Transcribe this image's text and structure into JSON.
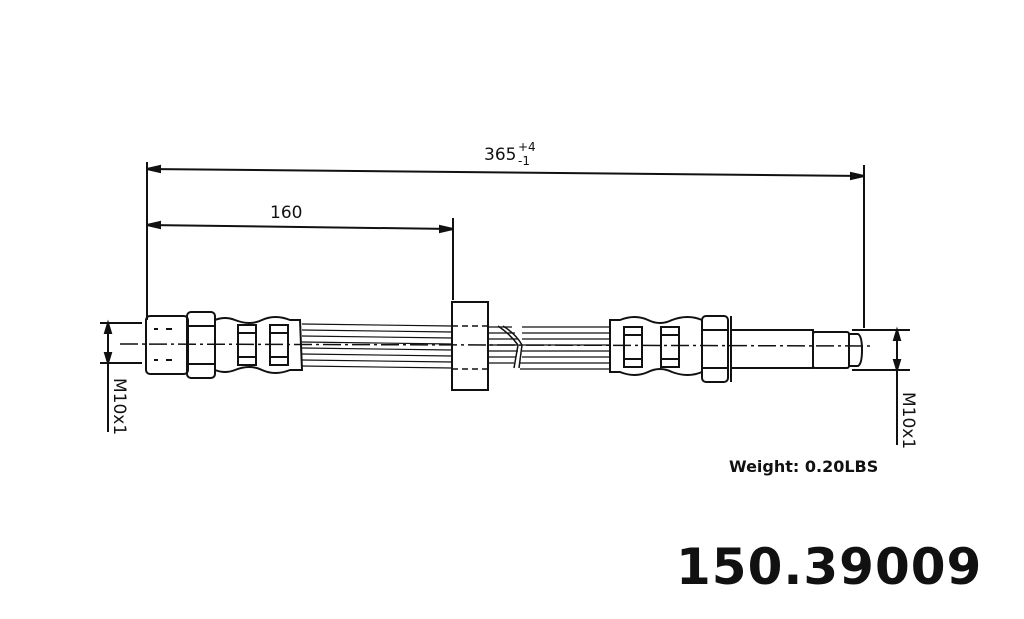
{
  "drawing": {
    "overall_length": {
      "value": "365",
      "tol_plus": "+4",
      "tol_minus": "-1"
    },
    "partial_length": {
      "value": "160"
    },
    "left_thread": "M10x1",
    "right_thread": "M10x1"
  },
  "weight_label": "Weight: 0.20LBS",
  "part_number": "150.39009"
}
